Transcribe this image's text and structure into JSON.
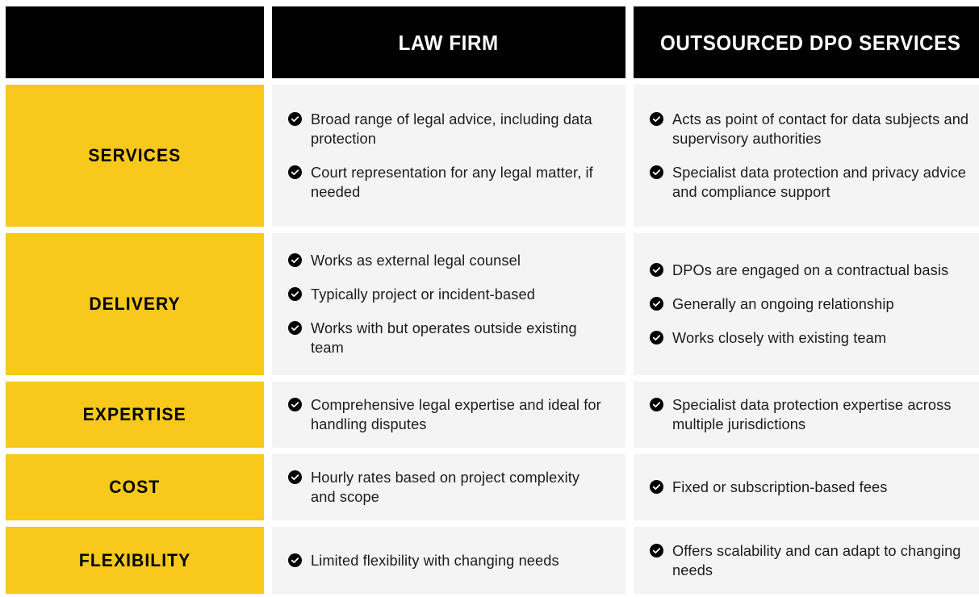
{
  "header": {
    "label_column": "",
    "columns": [
      {
        "title": "LAW FIRM"
      },
      {
        "title": "OUTSOURCED DPO SERVICES"
      }
    ]
  },
  "colors": {
    "header_background": "#000000",
    "header_text": "#ffffff",
    "label_background": "#F8C81A",
    "label_text": "#000000",
    "content_background": "#F4F4F5",
    "content_text": "#1c1c1e",
    "page_background": "#ffffff"
  },
  "icons": {
    "bullet": "check-circle-icon"
  },
  "rows": [
    {
      "label": "SERVICES",
      "law_firm": [
        "Broad range of legal advice, including data protection",
        "Court representation for any legal matter, if needed"
      ],
      "outsourced_dpo": [
        "Acts as point of contact for data subjects and supervisory authorities",
        "Specialist data protection and privacy advice and compliance support"
      ]
    },
    {
      "label": "DELIVERY",
      "law_firm": [
        "Works as external legal counsel",
        "Typically project or incident-based",
        "Works with but operates outside existing team"
      ],
      "outsourced_dpo": [
        "DPOs are engaged on a contractual basis",
        "Generally an ongoing relationship",
        "Works closely with existing team"
      ]
    },
    {
      "label": "EXPERTISE",
      "law_firm": [
        "Comprehensive legal expertise and ideal for handling disputes"
      ],
      "outsourced_dpo": [
        "Specialist data protection expertise across multiple jurisdictions"
      ]
    },
    {
      "label": "COST",
      "law_firm": [
        "Hourly rates based on project complexity and scope"
      ],
      "outsourced_dpo": [
        "Fixed or subscription-based fees"
      ]
    },
    {
      "label": "FLEXIBILITY",
      "law_firm": [
        "Limited flexibility with changing needs"
      ],
      "outsourced_dpo": [
        "Offers scalability and can adapt to changing needs"
      ]
    }
  ]
}
